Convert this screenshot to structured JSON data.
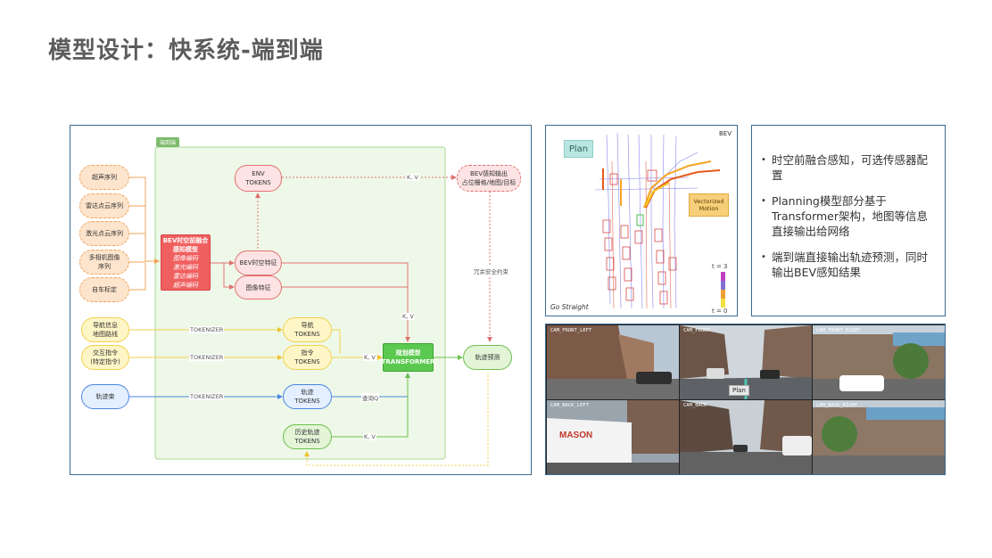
{
  "slide": {
    "title": "模型设计：快系统-端到端"
  },
  "diagram": {
    "region_label": "端到端",
    "inputs_sensor": [
      {
        "id": "ultrasonic",
        "lines": [
          "超声序列"
        ]
      },
      {
        "id": "radar",
        "lines": [
          "雷达点云序列"
        ]
      },
      {
        "id": "lidar",
        "lines": [
          "激光点云序列"
        ]
      },
      {
        "id": "camera",
        "lines": [
          "多相机图像",
          "序列"
        ]
      },
      {
        "id": "ego",
        "lines": [
          "自车标定"
        ]
      }
    ],
    "inputs_other": [
      {
        "id": "nav",
        "lines": [
          "导航信息",
          "地图路线"
        ]
      },
      {
        "id": "interact",
        "lines": [
          "交互指令",
          "(特定指令)"
        ]
      },
      {
        "id": "traj_set",
        "lines": [
          "轨迹束"
        ]
      }
    ],
    "bev_model": {
      "lines": [
        "BEV时空前融合",
        "感知模型"
      ],
      "sub_lines": [
        "图像编码",
        "激光编码",
        "雷达编码",
        "超声编码"
      ]
    },
    "env_tokens": {
      "lines": [
        "ENV",
        "TOKENS"
      ]
    },
    "bev_feature": {
      "lines": [
        "BEV时空特征"
      ]
    },
    "image_feature": {
      "lines": [
        "图像特征"
      ]
    },
    "bev_output": {
      "lines": [
        "BEV感知输出",
        "占位栅格/地图/目标"
      ]
    },
    "nav_tokens": {
      "lines": [
        "导航",
        "TOKENS"
      ]
    },
    "cmd_tokens": {
      "lines": [
        "指令",
        "TOKENS"
      ]
    },
    "traj_tokens": {
      "lines": [
        "轨迹",
        "TOKENS"
      ]
    },
    "hist_tokens": {
      "lines": [
        "历史轨迹",
        "TOKENS"
      ]
    },
    "planner": {
      "lines": [
        "规划模型",
        "TRANSFORMER"
      ]
    },
    "traj_pred": {
      "lines": [
        "轨迹预测"
      ]
    },
    "edge_labels": {
      "tokenizer": "TOKENIZER",
      "kv": "K, V",
      "query": "查询Q",
      "redundancy": "冗余安全约束"
    }
  },
  "bev_panel": {
    "title": "BEV",
    "plan_label": "Plan",
    "motion_label": [
      "Vectorized",
      "Motion"
    ],
    "mode": "Go Straight",
    "legend_top": "t = 3",
    "legend_bottom": "t = 0"
  },
  "bullets": [
    "时空前融合感知，可选传感器配置",
    "Planning模型部分基于Transformer架构，地图等信息直接输出给网络",
    "端到端直接输出轨迹预测，同时输出BEV感知结果"
  ],
  "cameras": {
    "views": [
      "CAM_FRONT_LEFT",
      "CAM_FRONT",
      "CAM_FRONT_RIGHT",
      "CAM_BACK_LEFT",
      "CAM_BACK",
      "CAM_BACK_RIGHT"
    ],
    "plan_label": "Plan",
    "truck_text": "MASON"
  },
  "colors": {
    "frame": "#3b6a92",
    "sensor_orange": "#f2a35a",
    "token_yellow": "#f1d24e",
    "traj_blue": "#4c86e0",
    "green": "#6dbf4d",
    "red": "#e07272",
    "region_green": "#eef8e8"
  }
}
